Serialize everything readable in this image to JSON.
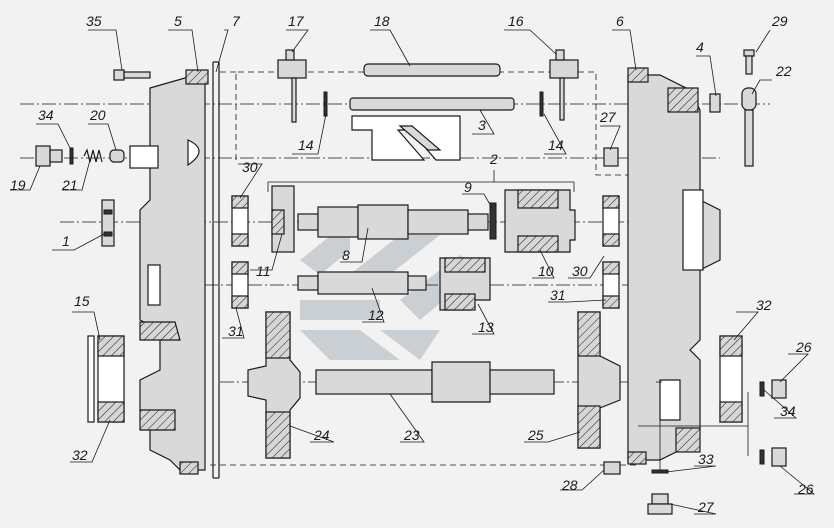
{
  "labels": {
    "n1": "1",
    "n2": "2",
    "n3": "3",
    "n4": "4",
    "n5": "5",
    "n6": "6",
    "n7": "7",
    "n8": "8",
    "n9": "9",
    "n10": "10",
    "n11": "11",
    "n12": "12",
    "n13": "13",
    "n14a": "14",
    "n14b": "14",
    "n15": "15",
    "n16": "16",
    "n17": "17",
    "n18": "18",
    "n19": "19",
    "n20": "20",
    "n21": "21",
    "n22": "22",
    "n23": "23",
    "n24": "24",
    "n25": "25",
    "n26a": "26",
    "n26b": "26",
    "n27a": "27",
    "n27b": "27",
    "n28": "28",
    "n29": "29",
    "n30a": "30",
    "n30b": "30",
    "n31a": "31",
    "n31b": "31",
    "n32a": "32",
    "n32b": "32",
    "n33": "33",
    "n34a": "34",
    "n34b": "34",
    "n35": "35"
  },
  "colors": {
    "background": "#f2f2f2",
    "line": "#1a1a1a",
    "part_fill": "#d9d9d9",
    "watermark": "#a8b4b8"
  },
  "watermark": {
    "icon": "stylized-gear-logo"
  }
}
